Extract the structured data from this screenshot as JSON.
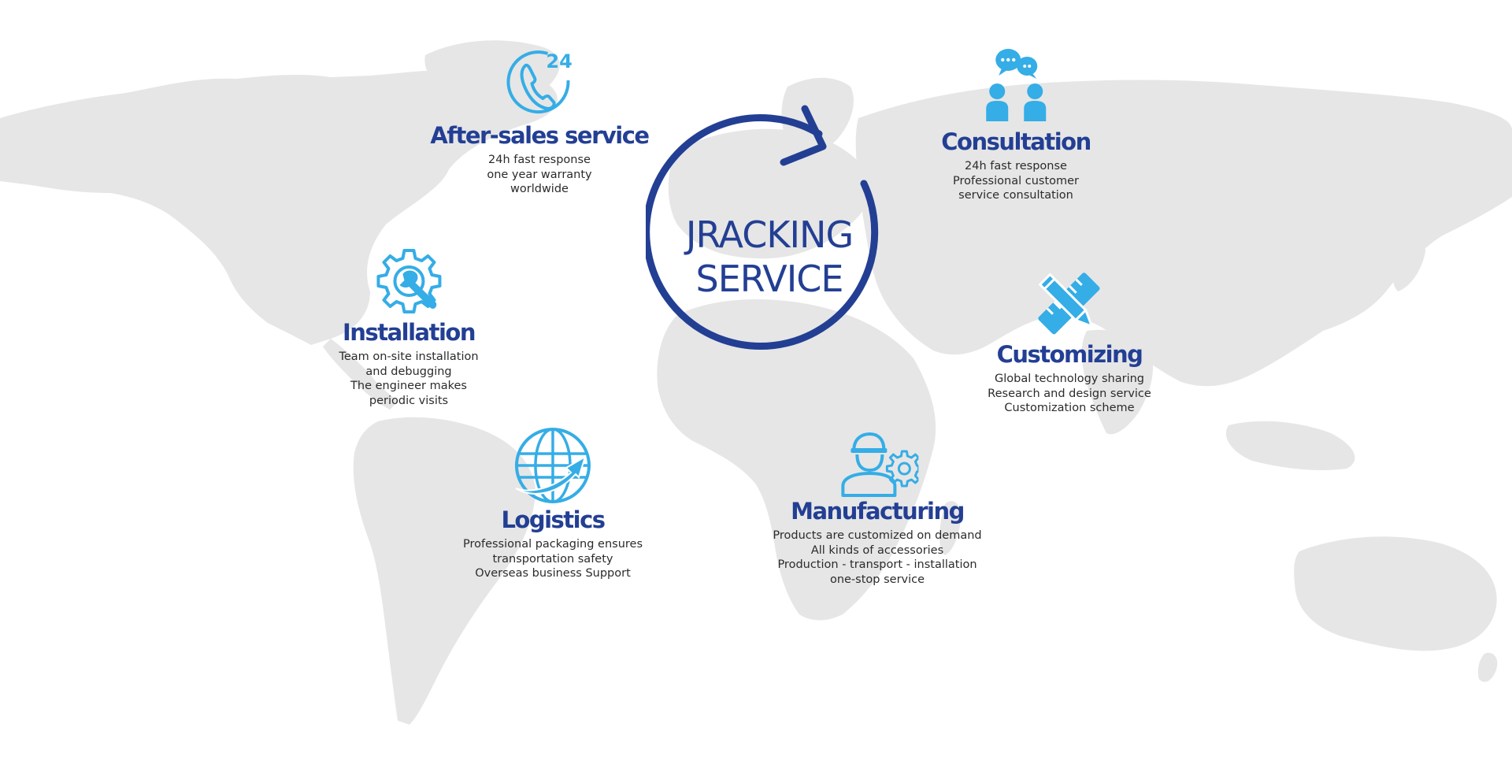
{
  "colors": {
    "title": "#233f94",
    "icon": "#35ade6",
    "ring": "#233f94",
    "map": "#e6e6e6",
    "text": "#2b2b2b"
  },
  "center": {
    "line1": "JRACKING",
    "line2": "SERVICE"
  },
  "services": {
    "after_sales": {
      "icon": "phone-24-icon",
      "title": "After-sales service",
      "lines": [
        "24h fast response",
        "one year warranty",
        "worldwide"
      ]
    },
    "consultation": {
      "icon": "chat-people-icon",
      "title": "Consultation",
      "lines": [
        "24h fast response",
        "Professional customer",
        "service consultation"
      ]
    },
    "installation": {
      "icon": "gear-wrench-icon",
      "title": "Installation",
      "lines": [
        "Team on-site installation",
        "and debugging",
        "The engineer makes",
        "periodic visits"
      ]
    },
    "customizing": {
      "icon": "pencil-ruler-icon",
      "title": "Customizing",
      "lines": [
        "Global technology sharing",
        "Research and design service",
        "Customization scheme"
      ]
    },
    "logistics": {
      "icon": "globe-plane-icon",
      "title": "Logistics",
      "lines": [
        "Professional packaging ensures",
        "transportation safety",
        "Overseas business Support"
      ]
    },
    "manufacturing": {
      "icon": "worker-gear-icon",
      "title": "Manufacturing",
      "lines": [
        "Products are customized on demand",
        "All kinds of accessories",
        "Production - transport - installation",
        "one-stop service"
      ]
    }
  }
}
